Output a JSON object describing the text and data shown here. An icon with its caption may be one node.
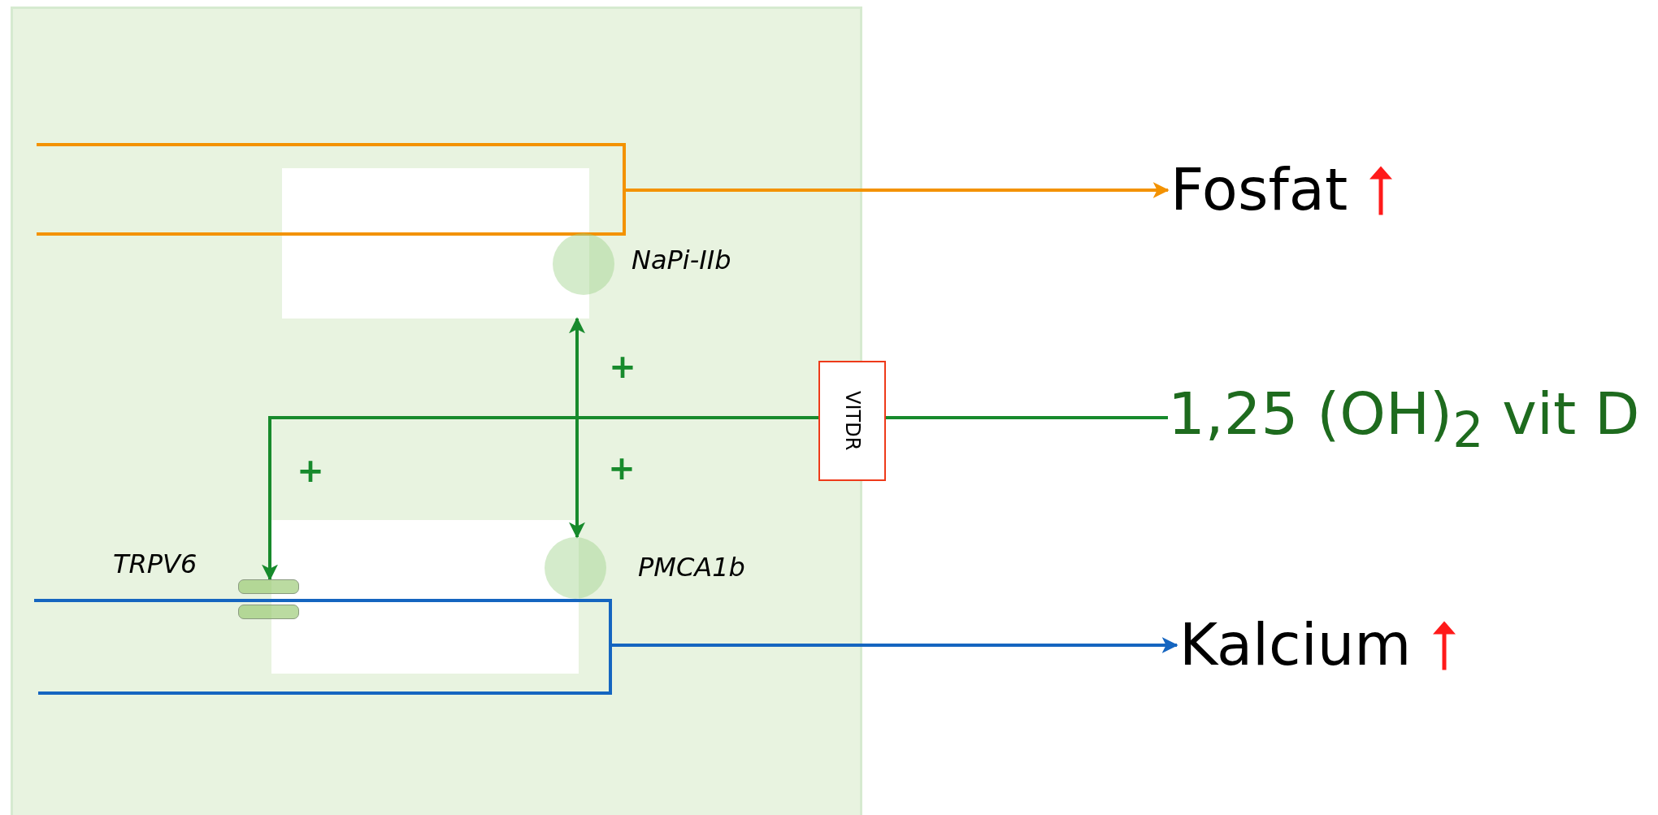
{
  "diagram": {
    "nodes": [
      {
        "text": [],
        "shape": "box"
      },
      {
        "text": [],
        "shape": "circle",
        "beside": [
          "NaPi-IIb"
        ]
      },
      {
        "text": [
          "Fosfat"
        ]
      },
      {
        "text": [
          "VITDR"
        ]
      },
      {
        "text": [
          "1,25 (OH)$_{2}$ vit D"
        ]
      },
      {
        "text": [],
        "shape": "box"
      },
      {
        "text": [],
        "shape": "bar",
        "beside": [
          "TRPV6"
        ]
      },
      {
        "text": [],
        "shape": "circle",
        "beside": [
          "PMCA1b"
        ]
      },
      {
        "text": [
          "Kalcium"
        ]
      }
    ],
    "edges": [
      {
        "from": null,
        "to": 2,
        "arrow": "to",
        "color": "#f39200"
      },
      {
        "from": 4,
        "to": 3,
        "arrow": "none"
      },
      {
        "from": 3,
        "to": 0,
        "arrow": "to",
        "label": "+"
      },
      {
        "from": 3,
        "to": 7,
        "arrow": "to",
        "label": "+"
      },
      {
        "from": 3,
        "to": 6,
        "arrow": "to",
        "label": "+"
      },
      {
        "from": null,
        "to": 8,
        "arrow": "to",
        "color": "#1565c0"
      }
    ]
  }
}
